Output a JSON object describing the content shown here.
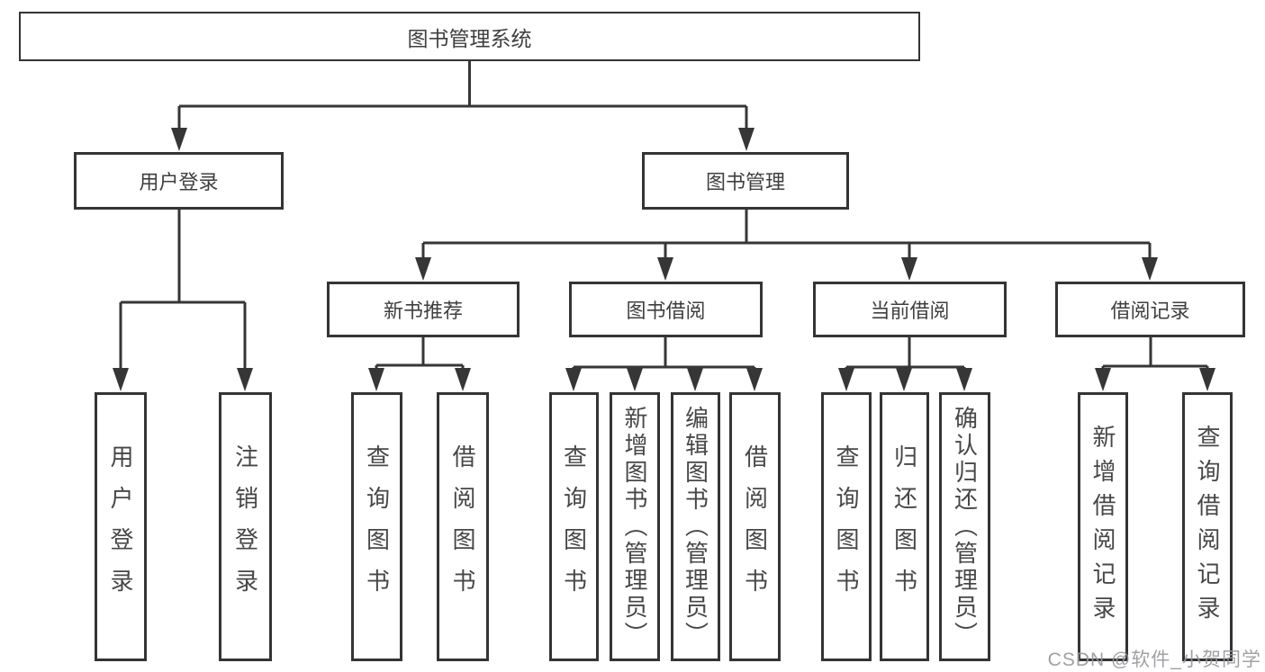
{
  "diagram": {
    "title": "图书管理系统",
    "children": [
      {
        "label": "用户登录",
        "children": [
          {
            "label": "用户登录"
          },
          {
            "label": "注销登录"
          }
        ]
      },
      {
        "label": "图书管理",
        "children": [
          {
            "label": "新书推荐",
            "children": [
              {
                "label": "查询图书"
              },
              {
                "label": "借阅图书"
              }
            ]
          },
          {
            "label": "图书借阅",
            "children": [
              {
                "label": "查询图书"
              },
              {
                "label": "新增图书（管理员）"
              },
              {
                "label": "编辑图书（管理员）"
              },
              {
                "label": "借阅图书"
              }
            ]
          },
          {
            "label": "当前借阅",
            "children": [
              {
                "label": "查询图书"
              },
              {
                "label": "归还图书"
              },
              {
                "label": "确认归还（管理员）"
              }
            ]
          },
          {
            "label": "借阅记录",
            "children": [
              {
                "label": "新增借阅记录"
              },
              {
                "label": "查询借阅记录"
              }
            ]
          }
        ]
      }
    ]
  },
  "watermark": {
    "text": "CSDN @软件_小贺同学"
  },
  "colors": {
    "line": "#363636",
    "box_border": "#343434",
    "text": "#3f3f3f",
    "watermark": "#96969b"
  }
}
